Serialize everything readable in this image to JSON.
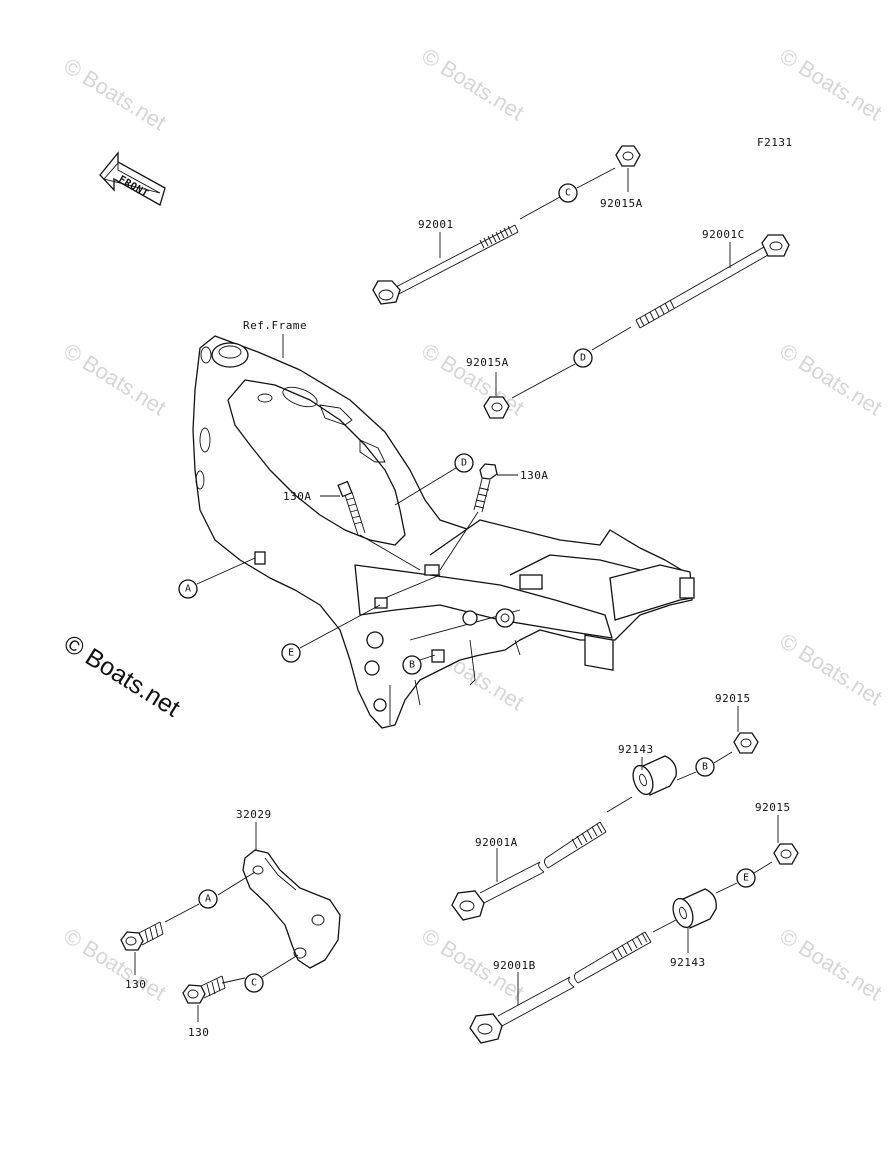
{
  "diagram_code": "F2131",
  "front_label": "FRONT",
  "frame_label": "Ref.Frame",
  "watermark": "© Boats.net",
  "watermark_big": "© Boats.net",
  "parts": {
    "bolt_92001": "92001",
    "nut_92015A_top": "92015A",
    "bolt_92001C": "92001C",
    "nut_92015A_mid": "92015A",
    "bolt_130A_left": "130A",
    "bolt_130A_right": "130A",
    "bracket_32029": "32029",
    "bolt_130_a": "130",
    "bolt_130_b": "130",
    "nut_92015_top": "92015",
    "collar_92143_top": "92143",
    "bolt_92001A": "92001A",
    "nut_92015_bottom": "92015",
    "collar_92143_bottom": "92143",
    "bolt_92001B": "92001B"
  },
  "callouts": {
    "A1": "A",
    "A2": "A",
    "B1": "B",
    "B2": "B",
    "C1": "C",
    "C2": "C",
    "D1": "D",
    "D2": "D",
    "E1": "E",
    "E2": "E"
  }
}
